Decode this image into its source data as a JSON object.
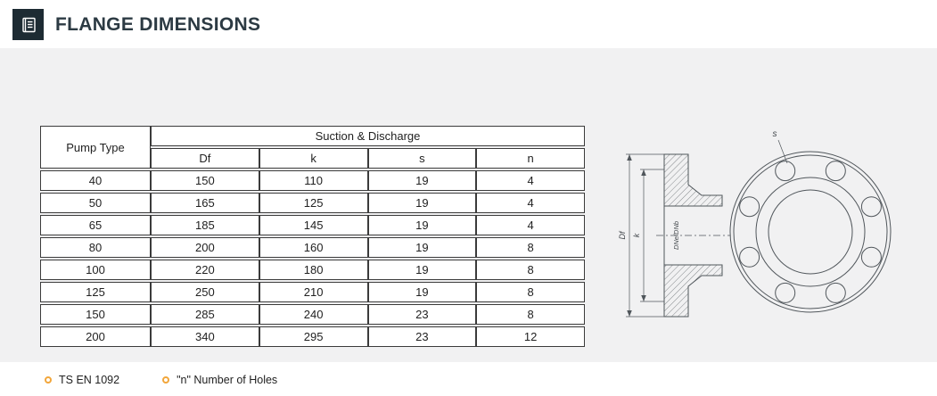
{
  "header": {
    "title": "FLANGE DIMENSIONS"
  },
  "table": {
    "pump_type_header": "Pump Type",
    "group_header": "Suction & Discharge",
    "columns": [
      "Df",
      "k",
      "s",
      "n"
    ],
    "rows": [
      [
        "40",
        "150",
        "110",
        "19",
        "4"
      ],
      [
        "50",
        "165",
        "125",
        "19",
        "4"
      ],
      [
        "65",
        "185",
        "145",
        "19",
        "4"
      ],
      [
        "80",
        "200",
        "160",
        "19",
        "8"
      ],
      [
        "100",
        "220",
        "180",
        "19",
        "8"
      ],
      [
        "125",
        "250",
        "210",
        "19",
        "8"
      ],
      [
        "150",
        "285",
        "240",
        "23",
        "8"
      ],
      [
        "200",
        "340",
        "295",
        "23",
        "12"
      ]
    ]
  },
  "diagram": {
    "df_label": "Df",
    "k_label": "k",
    "bore_label": "DNe/DNb",
    "s_label": "s"
  },
  "footnotes": {
    "standard": "TS EN 1092",
    "holes_note": "\"n\" Number of Holes"
  },
  "colors": {
    "accent": "#F2A63B",
    "title": "#2C3A43"
  }
}
